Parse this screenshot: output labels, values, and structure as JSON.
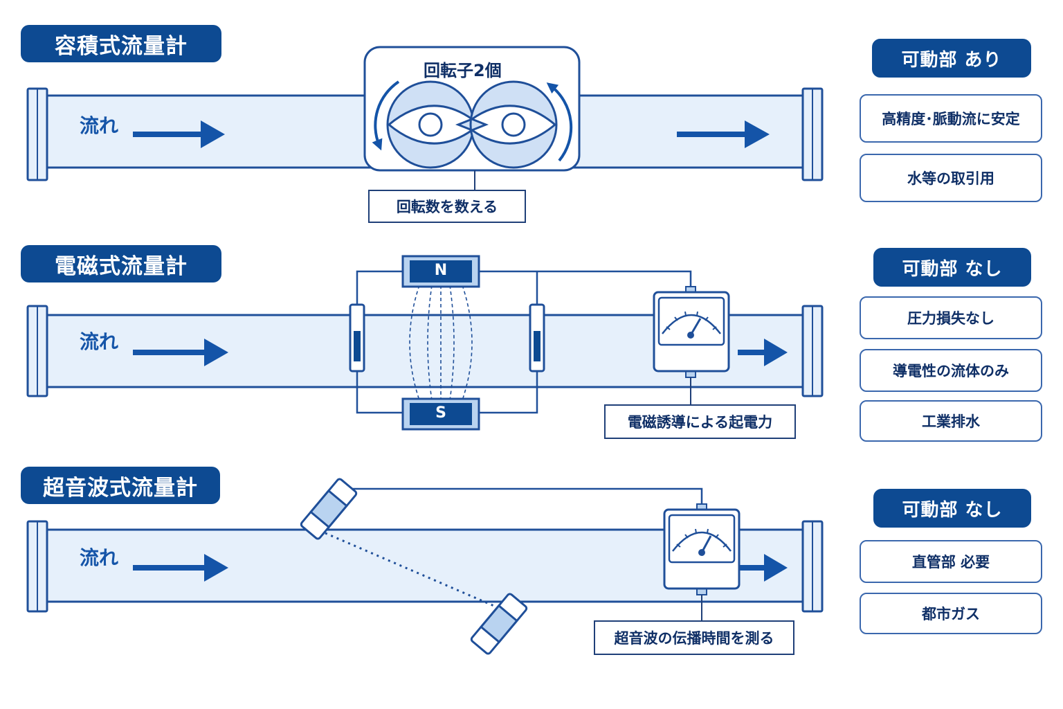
{
  "colors": {
    "primary": "#0d4a92",
    "pipe_fill": "#e6f0fb",
    "outline": "#1f4f99",
    "light_fill": "#b9d3f0"
  },
  "sections": [
    {
      "title": "容積式流量計",
      "flow_label": "流れ",
      "device_label": "回転子2個",
      "caption": "回転数を数える",
      "badge": "可動部 あり",
      "features": [
        "高精度･脈動流に安定",
        "水等の取引用"
      ]
    },
    {
      "title": "電磁式流量計",
      "flow_label": "流れ",
      "magnet_north": "N",
      "magnet_south": "S",
      "caption": "電磁誘導による起電力",
      "badge": "可動部 なし",
      "features": [
        "圧力損失なし",
        "導電性の流体のみ",
        "工業排水"
      ]
    },
    {
      "title": "超音波式流量計",
      "flow_label": "流れ",
      "caption": "超音波の伝播時間を測る",
      "badge": "可動部 なし",
      "features": [
        "直管部 必要",
        "都市ガス"
      ]
    }
  ]
}
